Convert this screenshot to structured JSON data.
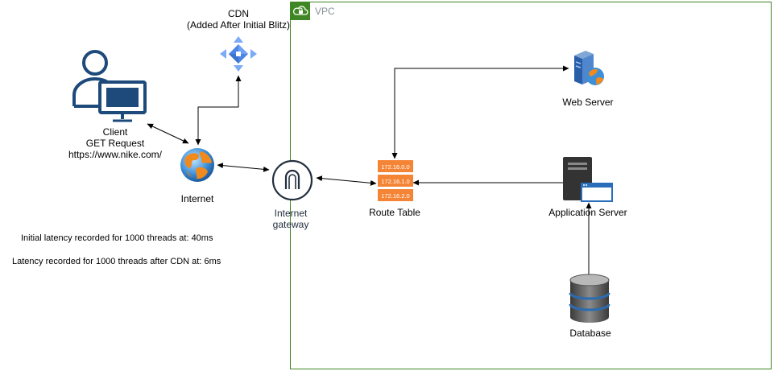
{
  "vpc": {
    "label": "VPC",
    "icon": "cloud-lock-icon",
    "color": "#3f8624"
  },
  "nodes": {
    "client": {
      "lines": [
        "Client",
        "GET Request",
        "https://www.nike.com/"
      ],
      "icon": "user-desktop-icon",
      "color": "#1d4a7a"
    },
    "cdn": {
      "lines": [
        "CDN",
        "(Added After Initial Blitz)"
      ],
      "icon": "cdn-diamond-icon",
      "color": "#4a86e8"
    },
    "internet": {
      "label": "Internet",
      "icon": "globe-icon"
    },
    "internet_gateway": {
      "lines": [
        "Internet",
        "gateway"
      ],
      "icon": "gateway-arch-icon",
      "color": "#232f3e"
    },
    "route_table": {
      "label": "Route Table",
      "rows": [
        "172.16.0.0",
        "172.16.1.0",
        "172.16.2.0"
      ],
      "icon": "route-table-icon",
      "color": "#f58536"
    },
    "web_server": {
      "label": "Web Server",
      "icon": "web-server-icon"
    },
    "app_server": {
      "label": "Application Server",
      "icon": "application-server-icon"
    },
    "database": {
      "label": "Database",
      "icon": "database-icon"
    }
  },
  "notes": {
    "initial": "Initial latency recorded for 1000 threads at: 40ms",
    "after_cdn": "Latency recorded for 1000 threads after CDN at: 6ms"
  }
}
